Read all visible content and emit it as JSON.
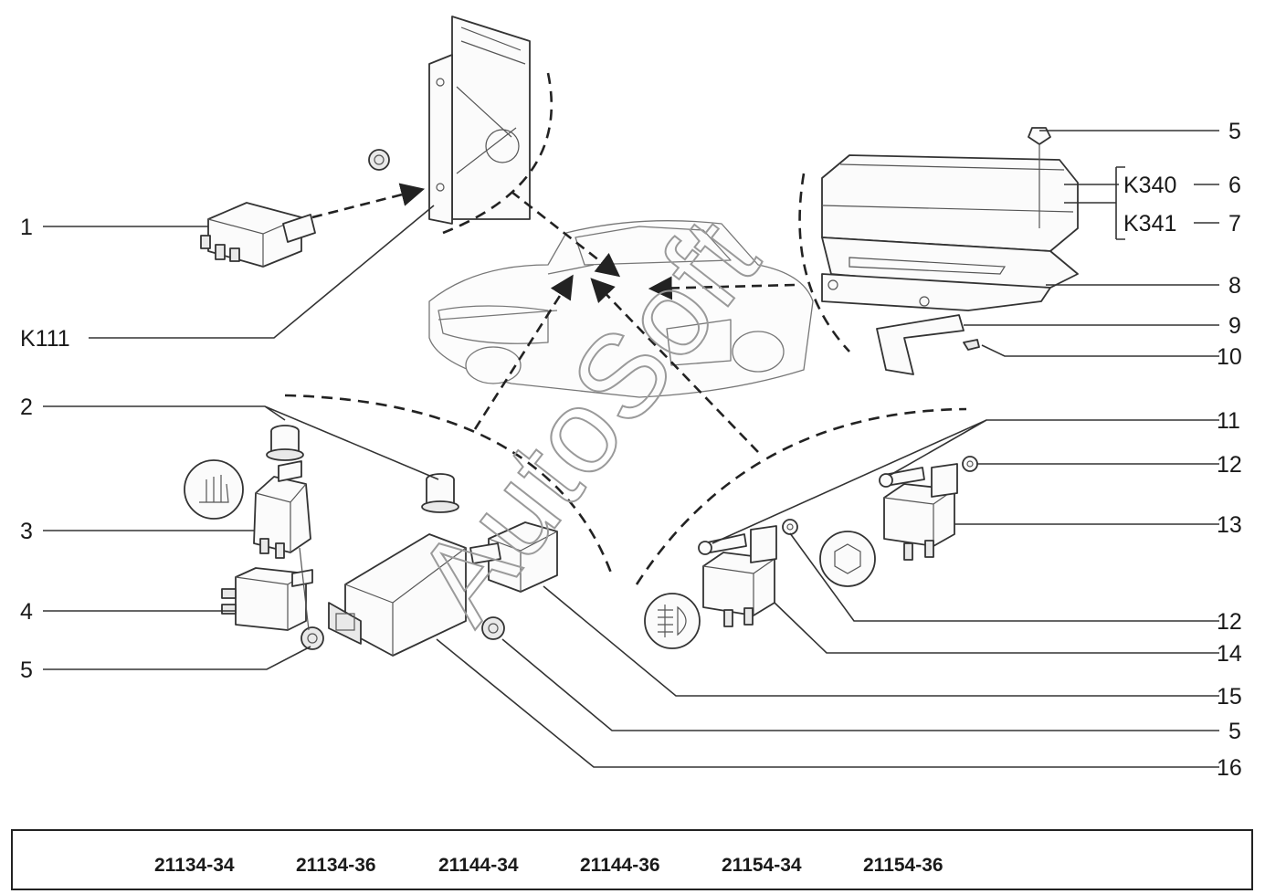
{
  "diagram": {
    "watermark": "AutoSoft",
    "callouts": {
      "c1": "1",
      "c2": "2",
      "c3": "3",
      "c4": "4",
      "c5_left": "5",
      "c5_top": "5",
      "c6": "6",
      "c7": "7",
      "c8": "8",
      "c9": "9",
      "c10": "10",
      "c11": "11",
      "c12_top": "12",
      "c13": "13",
      "c12_mid": "12",
      "c14": "14",
      "c15": "15",
      "c5_bottom": "5",
      "c16": "16",
      "k111": "K111",
      "k340": "K340",
      "k341": "K341"
    }
  },
  "model_codes": [
    "21134-34",
    "21134-36",
    "21144-34",
    "21144-36",
    "21154-34",
    "21154-36"
  ]
}
